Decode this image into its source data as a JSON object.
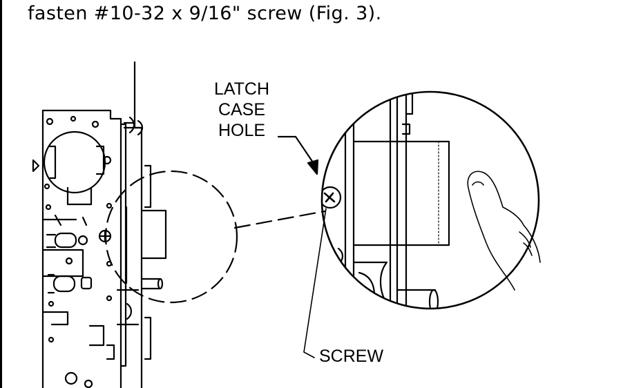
{
  "instruction": {
    "text": "fasten #10-32 x 9/16\" screw (Fig. 3)."
  },
  "callouts": {
    "latch_case_hole": [
      "LATCH",
      "CASE",
      "HOLE"
    ],
    "screw": "SCREW"
  },
  "colors": {
    "line": "#000000",
    "background": "#ffffff"
  }
}
